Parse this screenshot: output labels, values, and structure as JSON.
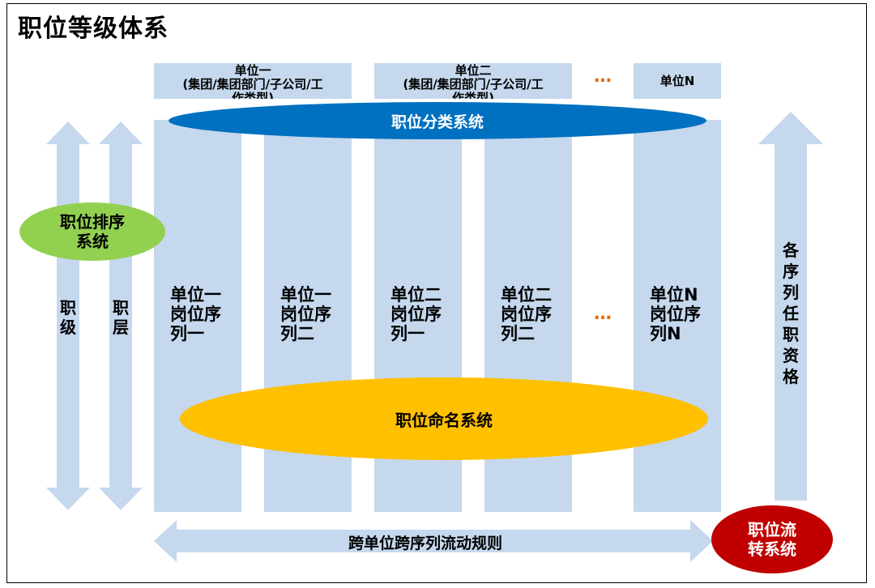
{
  "title": "职位等级体系",
  "headers": [
    {
      "line1": "单位一",
      "line2": "(集团/集团部门/子公司/工",
      "line3": "作类型)"
    },
    {
      "line1": "单位二",
      "line2": "(集团/集团部门/子公司/工",
      "line3": "作类型)"
    },
    {
      "line1": "单位N"
    }
  ],
  "header_dots": "…",
  "ellipses": {
    "classification": "职位分类系统",
    "ranking_line1": "职位排序",
    "ranking_line2": "系统",
    "naming": "职位命名系统",
    "flow_line1": "职位流",
    "flow_line2": "转系统"
  },
  "columns": [
    {
      "line1": "单位一",
      "line2": "岗位序",
      "line3": "列一"
    },
    {
      "line1": "单位一",
      "line2": "岗位序",
      "line3": "列二"
    },
    {
      "line1": "单位二",
      "line2": "岗位序",
      "line3": "列一"
    },
    {
      "line1": "单位二",
      "line2": "岗位序",
      "line3": "列二"
    },
    {
      "line1": "单位N",
      "line2": "岗位序",
      "line3": "列N"
    }
  ],
  "column_dots": "…",
  "left_arrows": [
    {
      "line1": "职",
      "line2": "级"
    },
    {
      "line1": "职",
      "line2": "层"
    }
  ],
  "right_arrow": [
    "各",
    "序",
    "列",
    "任",
    "职",
    "资",
    "格"
  ],
  "bottom_arrow": "跨单位跨序列流动规则",
  "colors": {
    "light_blue": "#c5d8ee",
    "arrow_blue": "#c5d8ee",
    "classification": "#0070c0",
    "ranking": "#92d050",
    "naming": "#ffc000",
    "flow": "#c00000",
    "dots": "#e46c0a"
  }
}
